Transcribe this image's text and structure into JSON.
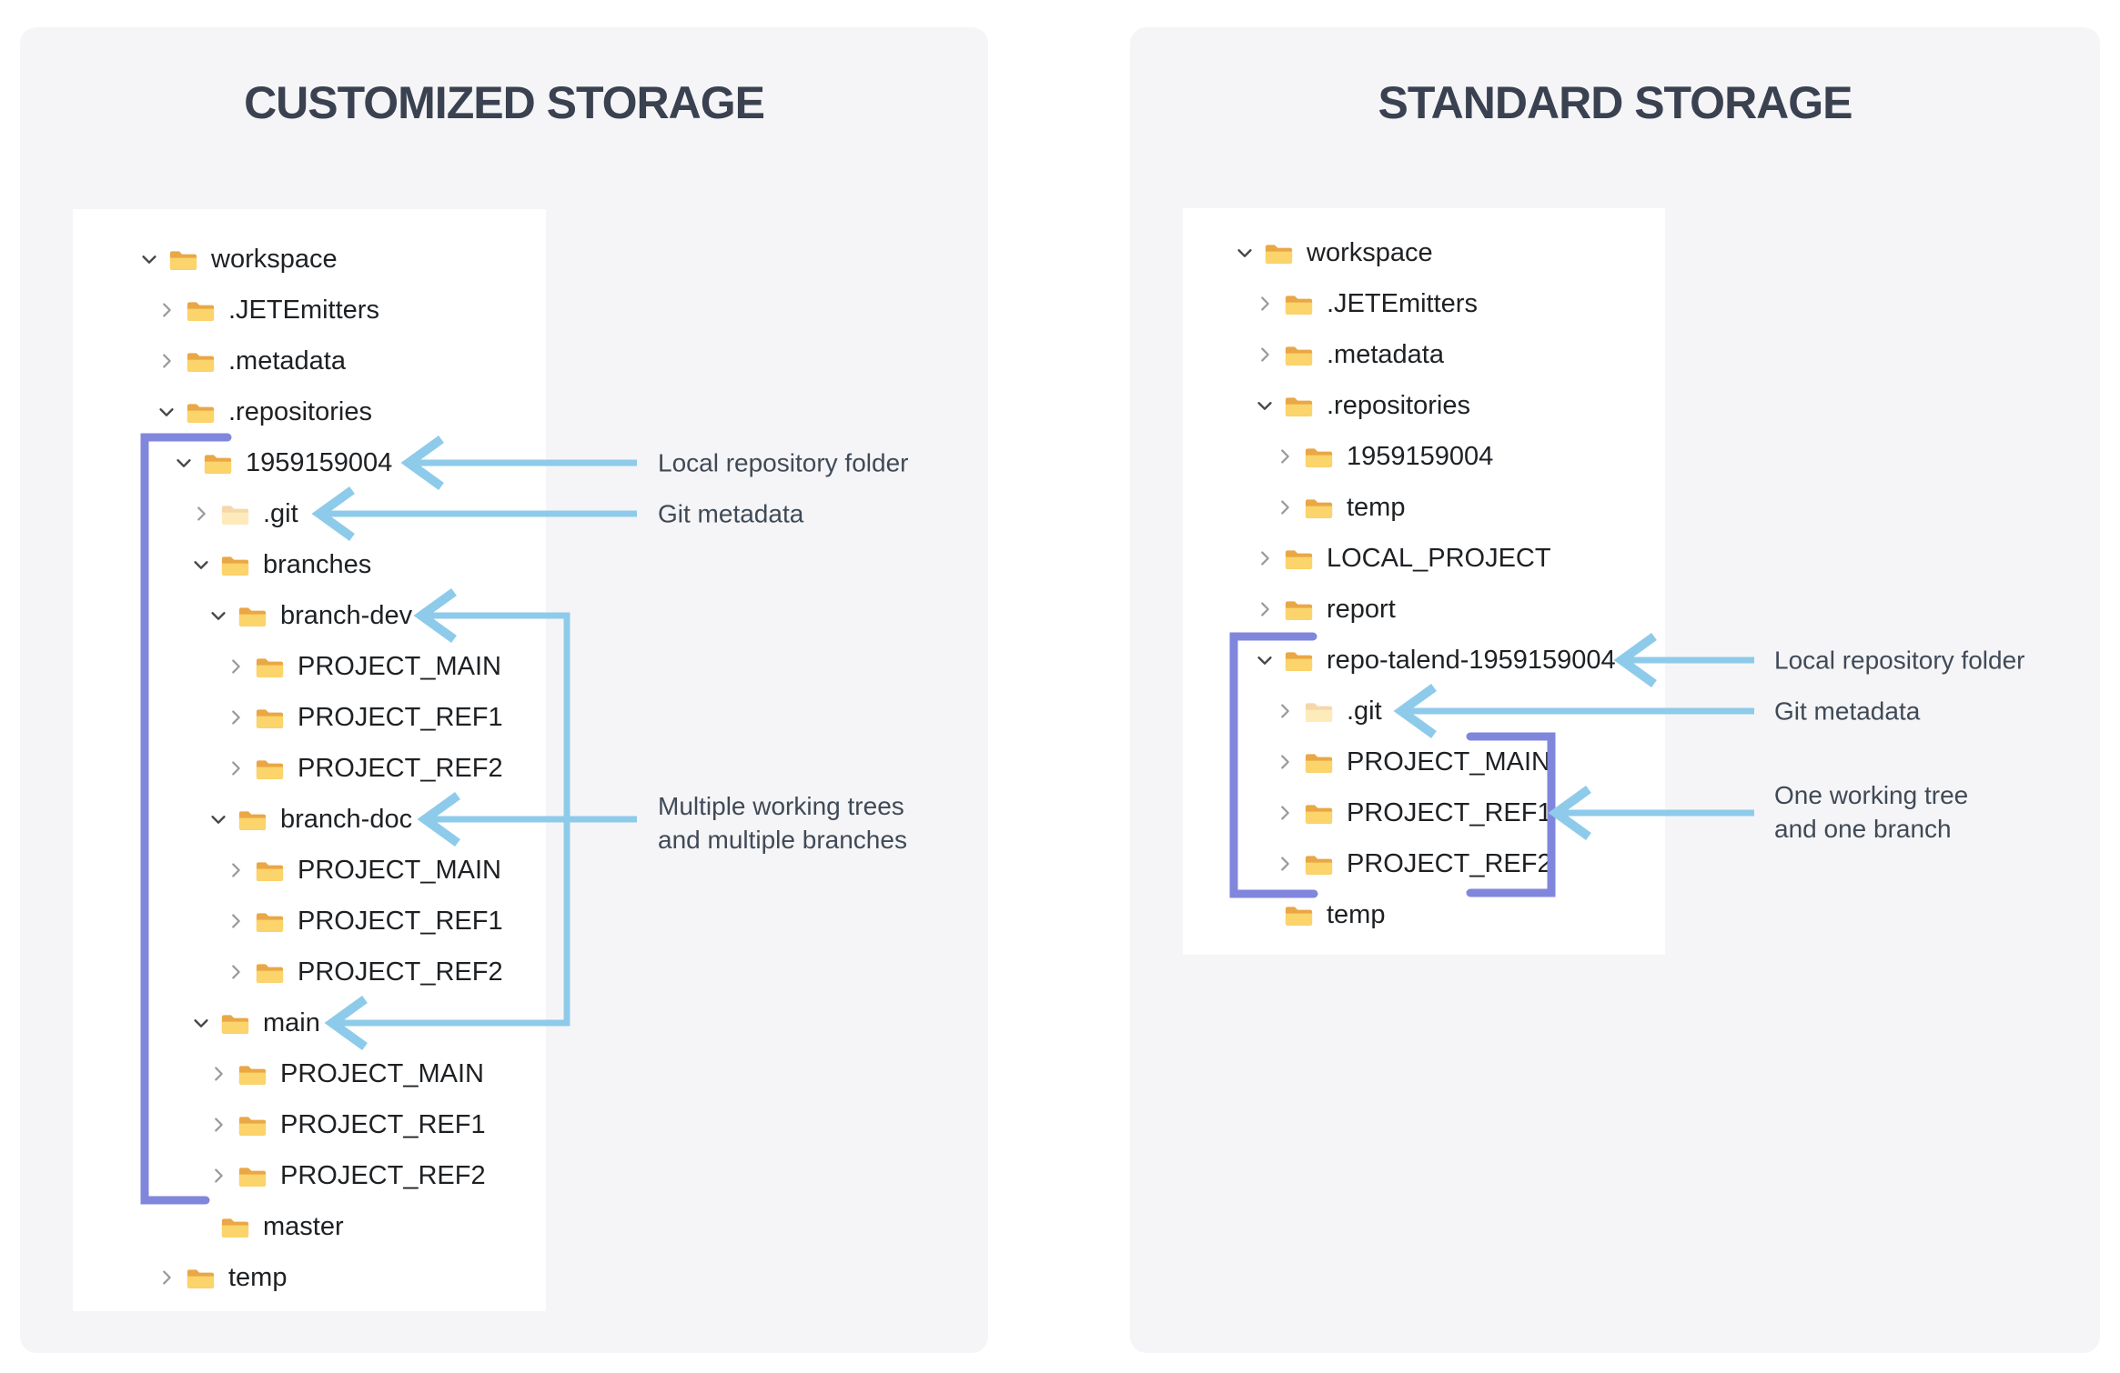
{
  "left_panel": {
    "title": "CUSTOMIZED STORAGE",
    "annotations": {
      "local_repo": "Local repository folder",
      "git_metadata": "Git metadata",
      "multi_line1": "Multiple working trees",
      "multi_line2": "and multiple branches"
    },
    "tree": {
      "rows": [
        {
          "label": "workspace",
          "level": 0,
          "state": "expanded"
        },
        {
          "label": ".JETEmitters",
          "level": 1,
          "state": "collapsed"
        },
        {
          "label": ".metadata",
          "level": 1,
          "state": "collapsed"
        },
        {
          "label": ".repositories",
          "level": 1,
          "state": "expanded"
        },
        {
          "label": "1959159004",
          "level": 2,
          "state": "expanded"
        },
        {
          "label": ".git",
          "level": 3,
          "state": "collapsed",
          "pale": true
        },
        {
          "label": "branches",
          "level": 3,
          "state": "expanded"
        },
        {
          "label": "branch-dev",
          "level": 4,
          "state": "expanded"
        },
        {
          "label": "PROJECT_MAIN",
          "level": 5,
          "state": "collapsed"
        },
        {
          "label": "PROJECT_REF1",
          "level": 5,
          "state": "collapsed"
        },
        {
          "label": "PROJECT_REF2",
          "level": 5,
          "state": "collapsed"
        },
        {
          "label": "branch-doc",
          "level": 4,
          "state": "expanded"
        },
        {
          "label": "PROJECT_MAIN",
          "level": 5,
          "state": "collapsed"
        },
        {
          "label": "PROJECT_REF1",
          "level": 5,
          "state": "collapsed"
        },
        {
          "label": "PROJECT_REF2",
          "level": 5,
          "state": "collapsed"
        },
        {
          "label": "main",
          "level": 3,
          "state": "expanded"
        },
        {
          "label": "PROJECT_MAIN",
          "level": 4,
          "state": "collapsed"
        },
        {
          "label": "PROJECT_REF1",
          "level": 4,
          "state": "collapsed"
        },
        {
          "label": "PROJECT_REF2",
          "level": 4,
          "state": "collapsed"
        },
        {
          "label": "master",
          "level": 3,
          "state": "none"
        },
        {
          "label": "temp",
          "level": 1,
          "state": "collapsed"
        }
      ]
    }
  },
  "right_panel": {
    "title": "STANDARD STORAGE",
    "annotations": {
      "local_repo": "Local repository folder",
      "git_metadata": "Git metadata",
      "one_line1": "One working tree",
      "one_line2": "and one branch"
    },
    "tree": {
      "rows": [
        {
          "label": "workspace",
          "level": 0,
          "state": "expanded"
        },
        {
          "label": ".JETEmitters",
          "level": 1,
          "state": "collapsed"
        },
        {
          "label": ".metadata",
          "level": 1,
          "state": "collapsed"
        },
        {
          "label": ".repositories",
          "level": 1,
          "state": "expanded"
        },
        {
          "label": "1959159004",
          "level": 2,
          "state": "collapsed"
        },
        {
          "label": "temp",
          "level": 2,
          "state": "collapsed"
        },
        {
          "label": "LOCAL_PROJECT",
          "level": 1,
          "state": "collapsed"
        },
        {
          "label": "report",
          "level": 1,
          "state": "collapsed"
        },
        {
          "label": "repo-talend-1959159004",
          "level": 1,
          "state": "expanded"
        },
        {
          "label": ".git",
          "level": 2,
          "state": "collapsed",
          "pale": true
        },
        {
          "label": "PROJECT_MAIN",
          "level": 2,
          "state": "collapsed"
        },
        {
          "label": "PROJECT_REF1",
          "level": 2,
          "state": "collapsed"
        },
        {
          "label": "PROJECT_REF2",
          "level": 2,
          "state": "collapsed"
        },
        {
          "label": "temp",
          "level": 1,
          "state": "none"
        }
      ]
    }
  },
  "icons": {
    "folder": "folder-icon",
    "chevron_expanded": "chevron-down-icon",
    "chevron_collapsed": "chevron-right-icon"
  },
  "colors": {
    "card_bg": "#f5f5f7",
    "tree_bg": "#ffffff",
    "title_text": "#3a4150",
    "tree_text": "#1e2124",
    "annotation_text": "#404a57",
    "arrow_blue": "#8ecbea",
    "bracket_purple": "#8186dd",
    "folder_front": "#fbd46b",
    "folder_back": "#e9a745",
    "chevron_collapsed": "#97999c",
    "chevron_expanded": "#45474a"
  }
}
